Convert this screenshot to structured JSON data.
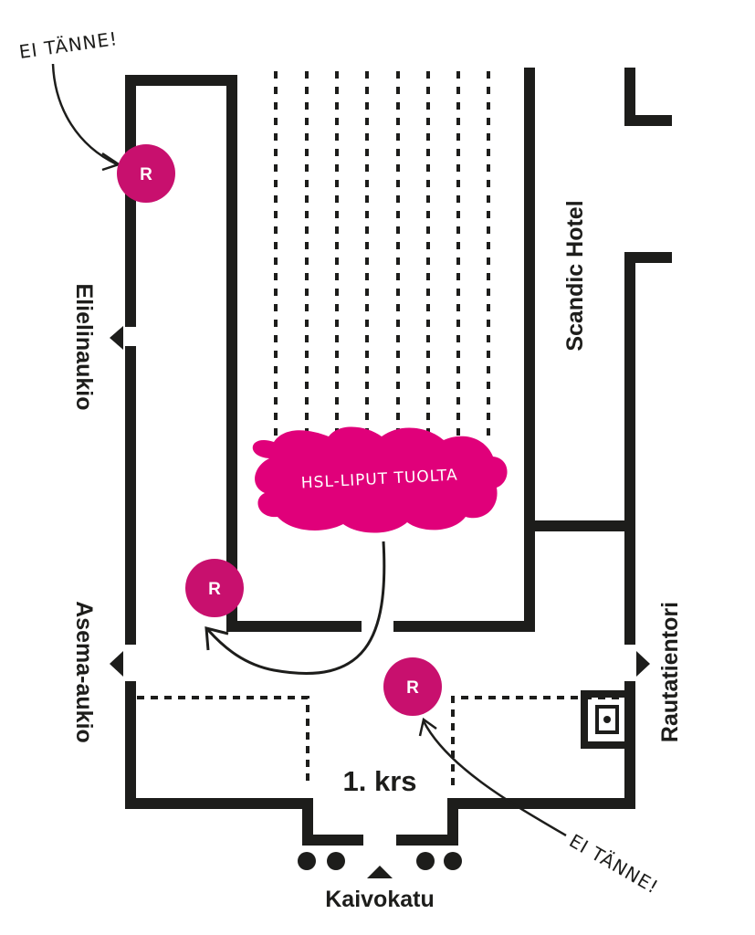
{
  "map": {
    "floor_label": "1. krs",
    "streets": {
      "left_top": "Elielinaukio",
      "left_bottom": "Asema-aukio",
      "right_top": "Scandic Hotel",
      "right_bottom": "Rautatientori",
      "bottom": "Kaivokatu"
    },
    "callout": {
      "text": "HSL-LIPUT TUOLTA",
      "color": "#e0007a"
    },
    "warnings": {
      "top_left": "EI TÄNNE!",
      "bottom_right": "EI TÄNNE!"
    },
    "markers": {
      "top": "R",
      "middle": "R",
      "bottom": "R",
      "color": "#c8106e"
    }
  }
}
